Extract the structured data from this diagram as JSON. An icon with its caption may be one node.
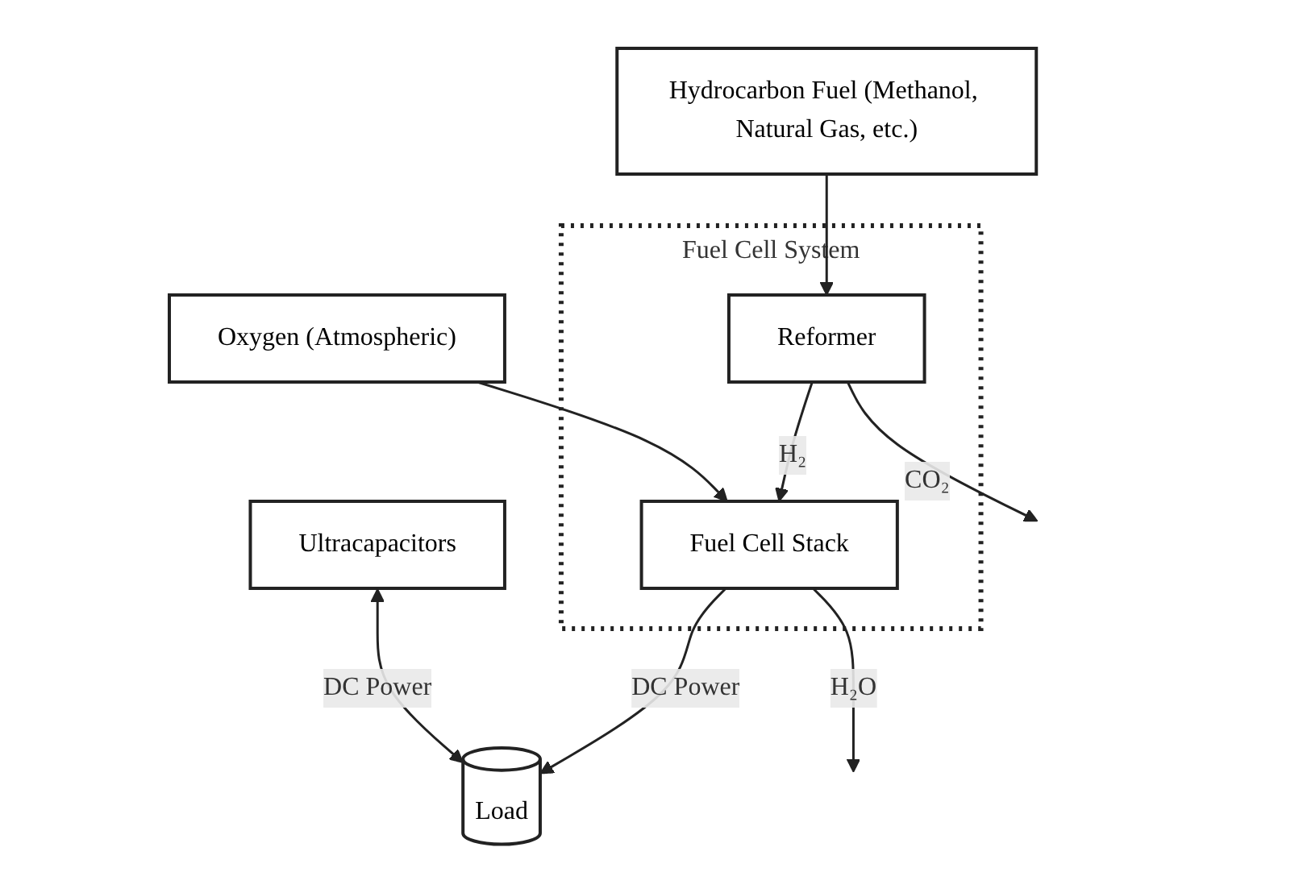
{
  "diagram": {
    "nodes": [
      {
        "text": [
          "Fuel Cell System"
        ]
      },
      {
        "text": [
          "Hydrocarbon Fuel (Methanol, Natural Gas, etc.)"
        ]
      },
      {
        "text": [
          "Reformer"
        ],
        "in": 0
      },
      {
        "text": [
          "Fuel Cell Stack"
        ],
        "in": 0
      },
      {
        "text": [
          "Oxygen (Atmospheric)"
        ]
      },
      {
        "text": [
          "Ultracapacitors"
        ]
      },
      {
        "text": [
          "Load"
        ]
      }
    ],
    "edges": [
      {
        "from": 1,
        "to": 2,
        "arrow": "to"
      },
      {
        "from": 2,
        "to": 3,
        "label": "H₂",
        "arrow": "to"
      },
      {
        "from": 4,
        "to": 3,
        "arrow": "to"
      },
      {
        "from": 3,
        "to": 6,
        "label": "DC Power",
        "arrow": "to"
      },
      {
        "from": 5,
        "to": 6,
        "label": "DC Power",
        "arrow": "both"
      },
      {
        "from": 2,
        "to": null,
        "label": "CO₂",
        "arrow": "to"
      },
      {
        "from": 3,
        "to": null,
        "label": "H₂O",
        "arrow": "to"
      }
    ]
  }
}
